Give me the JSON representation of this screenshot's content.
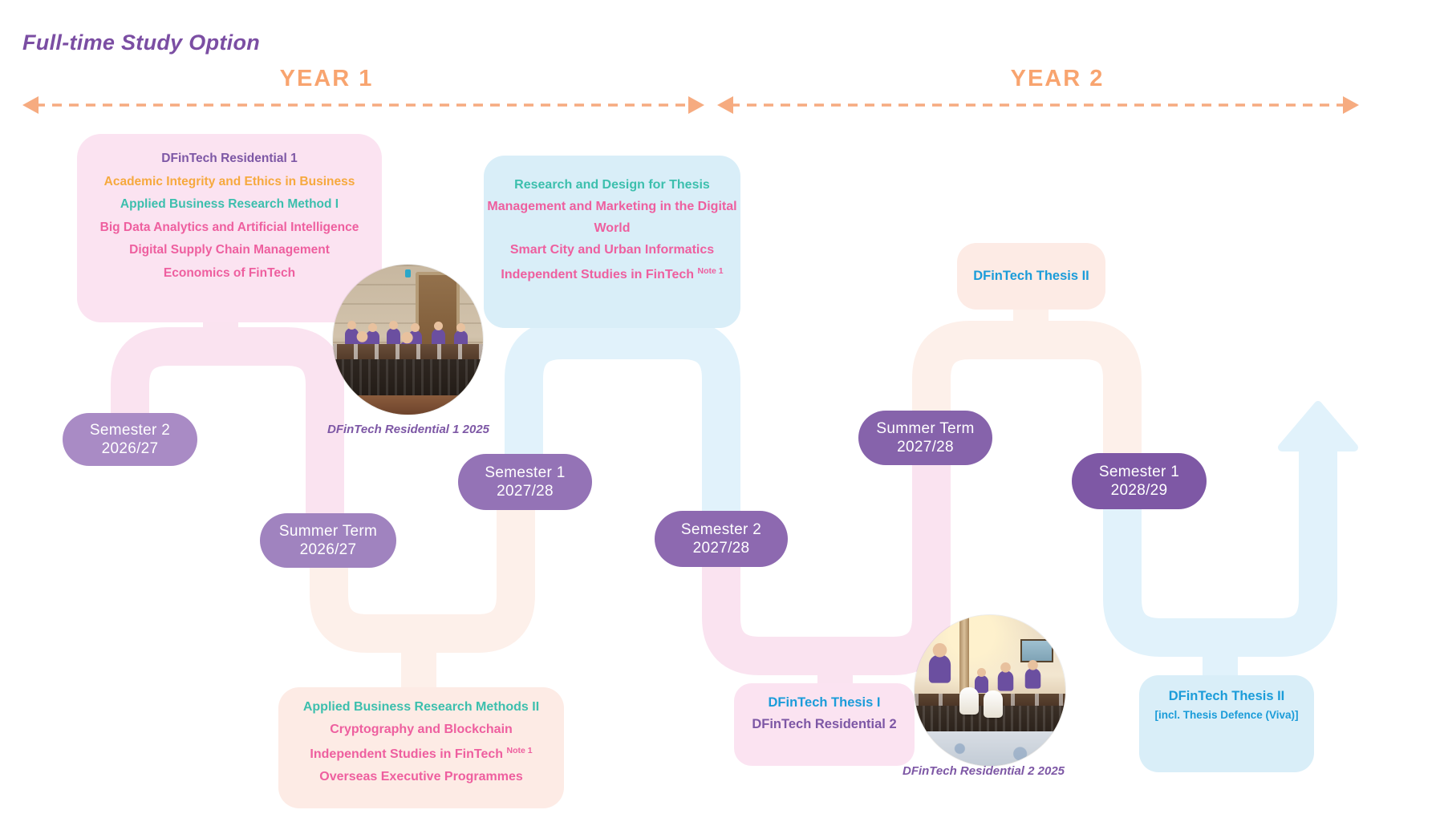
{
  "header": {
    "title": "Full-time Study Option",
    "year1": "YEAR 1",
    "year2": "YEAR 2"
  },
  "colors": {
    "title_purple": "#7b4ea3",
    "year_orange": "#f8a46f",
    "dash_orange": "#f6ab80",
    "course_purple": "#7d57a5",
    "course_orange": "#f6a93e",
    "course_teal": "#3cbfad",
    "course_pink": "#ee5f9f",
    "course_blue": "#1b9cd9",
    "box_pink": "#fbe3f1",
    "box_blue": "#d9eef8",
    "box_peach": "#fdebe5",
    "path_pink": "#fae3f0",
    "path_blue": "#e1f2fb",
    "path_peach": "#fdf0ea"
  },
  "course_boxes": {
    "top_left": {
      "lines": [
        {
          "text": "DFinTech Residential 1",
          "color": "#7d57a5"
        },
        {
          "text": "Academic Integrity and Ethics in Business",
          "color": "#f6a93e"
        },
        {
          "text": "Applied Business Research Method I",
          "color": "#3cbfad"
        },
        {
          "text": "Big Data Analytics and Artificial Intelligence",
          "color": "#ee5f9f"
        },
        {
          "text": "Digital Supply Chain Management",
          "color": "#ee5f9f"
        },
        {
          "text": "Economics of FinTech",
          "color": "#ee5f9f"
        }
      ]
    },
    "top_middle": {
      "lines": [
        {
          "text": "Research and Design for Thesis",
          "color": "#3cbfad"
        },
        {
          "text": "Management and Marketing in the Digital World",
          "color": "#ee5f9f"
        },
        {
          "text": "Smart City and Urban Informatics",
          "color": "#ee5f9f"
        },
        {
          "text": "Independent Studies in FinTech",
          "color": "#ee5f9f",
          "note": "Note 1"
        }
      ]
    },
    "top_right": {
      "lines": [
        {
          "text": "DFinTech Thesis II",
          "color": "#1b9cd9"
        }
      ]
    },
    "bottom_left": {
      "lines": [
        {
          "text": "Applied Business Research Methods II",
          "color": "#3cbfad"
        },
        {
          "text": "Cryptography and Blockchain",
          "color": "#ee5f9f"
        },
        {
          "text": "Independent Studies in FinTech",
          "color": "#ee5f9f",
          "note": "Note 1"
        },
        {
          "text": "Overseas Executive Programmes",
          "color": "#ee5f9f"
        }
      ]
    },
    "bottom_middle": {
      "lines": [
        {
          "text": "DFinTech Thesis I",
          "color": "#1b9cd9"
        },
        {
          "text": "DFinTech Residential 2",
          "color": "#7d57a5"
        }
      ]
    },
    "bottom_right": {
      "lines": [
        {
          "text": "DFinTech Thesis II",
          "color": "#1b9cd9"
        },
        {
          "text": "[incl. Thesis Defence (Viva)]",
          "color": "#1b9cd9"
        }
      ]
    }
  },
  "pills": [
    {
      "line1": "Semester 2",
      "line2": "2026/27",
      "color": "#a98bc5"
    },
    {
      "line1": "Summer Term",
      "line2": "2026/27",
      "color": "#a083bf"
    },
    {
      "line1": "Semester 1",
      "line2": "2027/28",
      "color": "#9473b6"
    },
    {
      "line1": "Semester 2",
      "line2": "2027/28",
      "color": "#8d69b0"
    },
    {
      "line1": "Summer Term",
      "line2": "2027/28",
      "color": "#8663ab"
    },
    {
      "line1": "Semester 1",
      "line2": "2028/29",
      "color": "#7e58a5"
    }
  ],
  "photos": [
    {
      "caption": "DFinTech Residential 1 2025"
    },
    {
      "caption": "DFinTech Residential 2 2025"
    }
  ]
}
